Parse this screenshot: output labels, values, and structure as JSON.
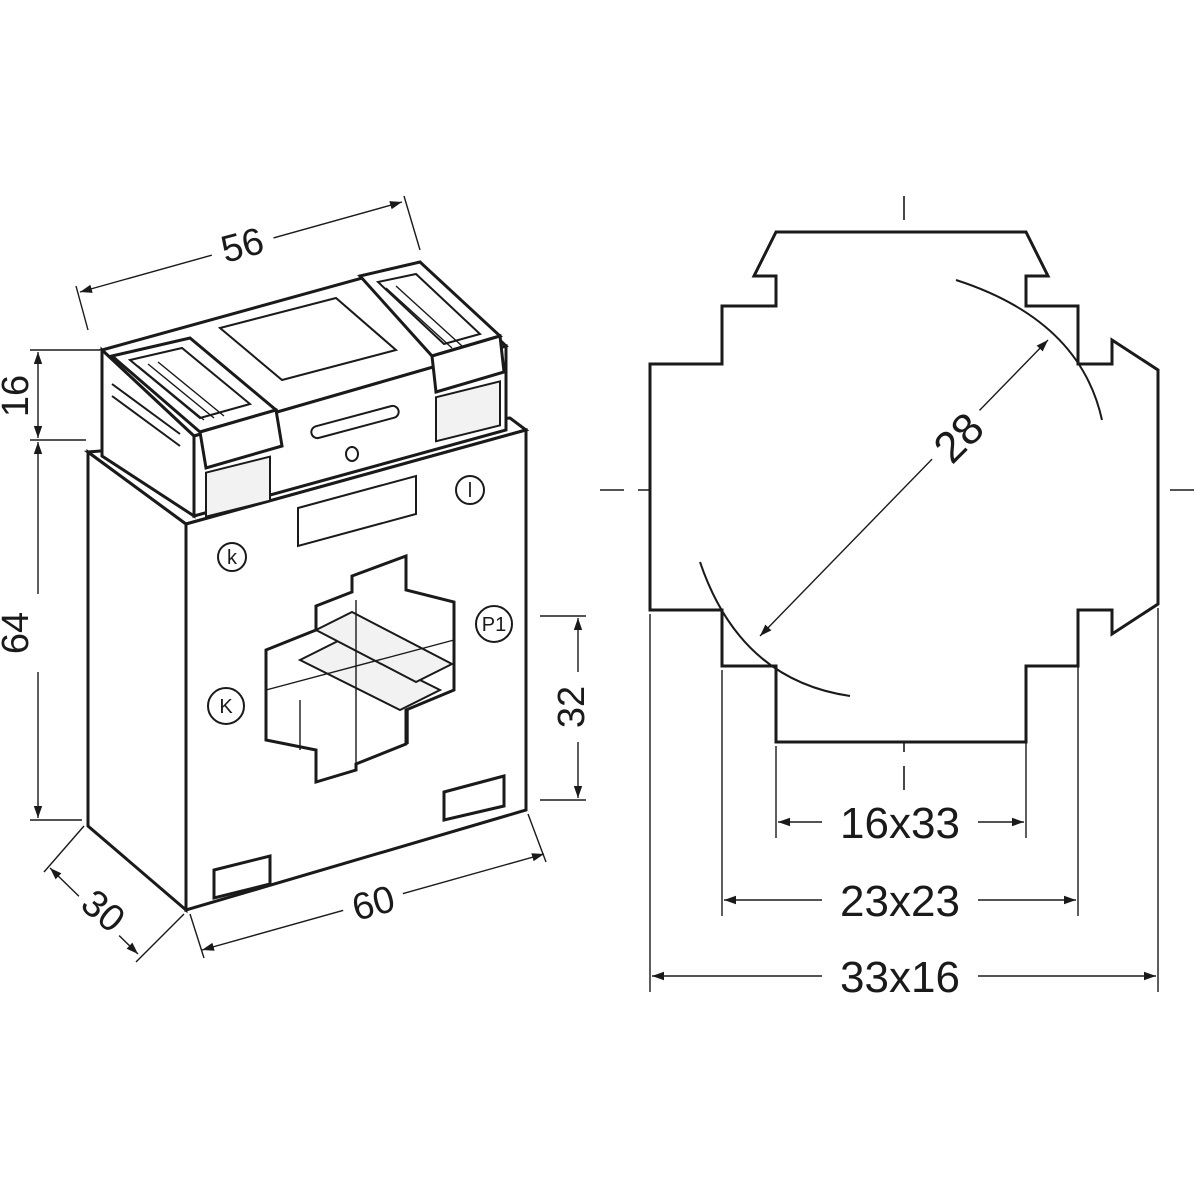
{
  "dimensions": {
    "top_width": "56",
    "terminal_height": "16",
    "body_height": "64",
    "depth": "30",
    "body_width": "60",
    "window_height": "32",
    "diameter": "28",
    "opening_inner": "16x33",
    "opening_middle": "23x23",
    "opening_outer": "33x16"
  },
  "terminal_marks": {
    "k_small": "k",
    "l_small": "l",
    "k_large": "K",
    "p1": "P1"
  },
  "colors": {
    "line": "#1a1a1a",
    "fill": "#ffffff",
    "shade": "#f2f2f2"
  }
}
